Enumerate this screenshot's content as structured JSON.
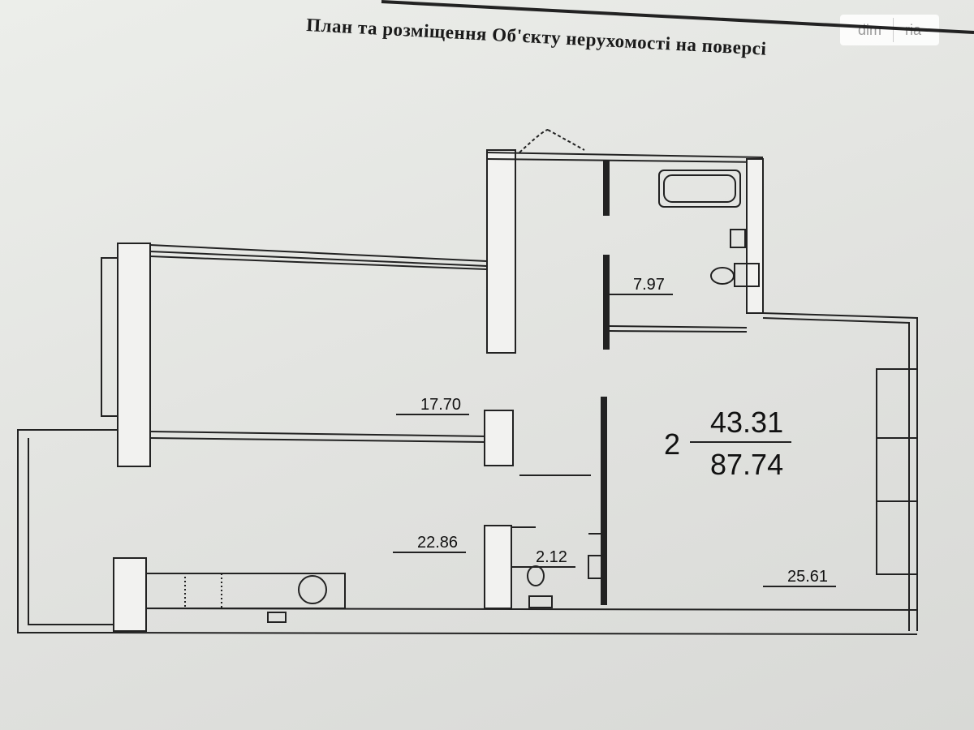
{
  "document": {
    "title": "План та розміщення Об'єкту нерухомості на поверсі",
    "watermark": "dim ria"
  },
  "rooms": [
    {
      "id": "bathroom",
      "area": "7.97"
    },
    {
      "id": "room",
      "area": "17.70"
    },
    {
      "id": "kitchen",
      "area": "22.86"
    },
    {
      "id": "wc",
      "area": "2.12"
    },
    {
      "id": "living",
      "area": "25.61"
    }
  ],
  "summary": {
    "rooms_count": "2",
    "living_area": "43.31",
    "total_area": "87.74"
  }
}
